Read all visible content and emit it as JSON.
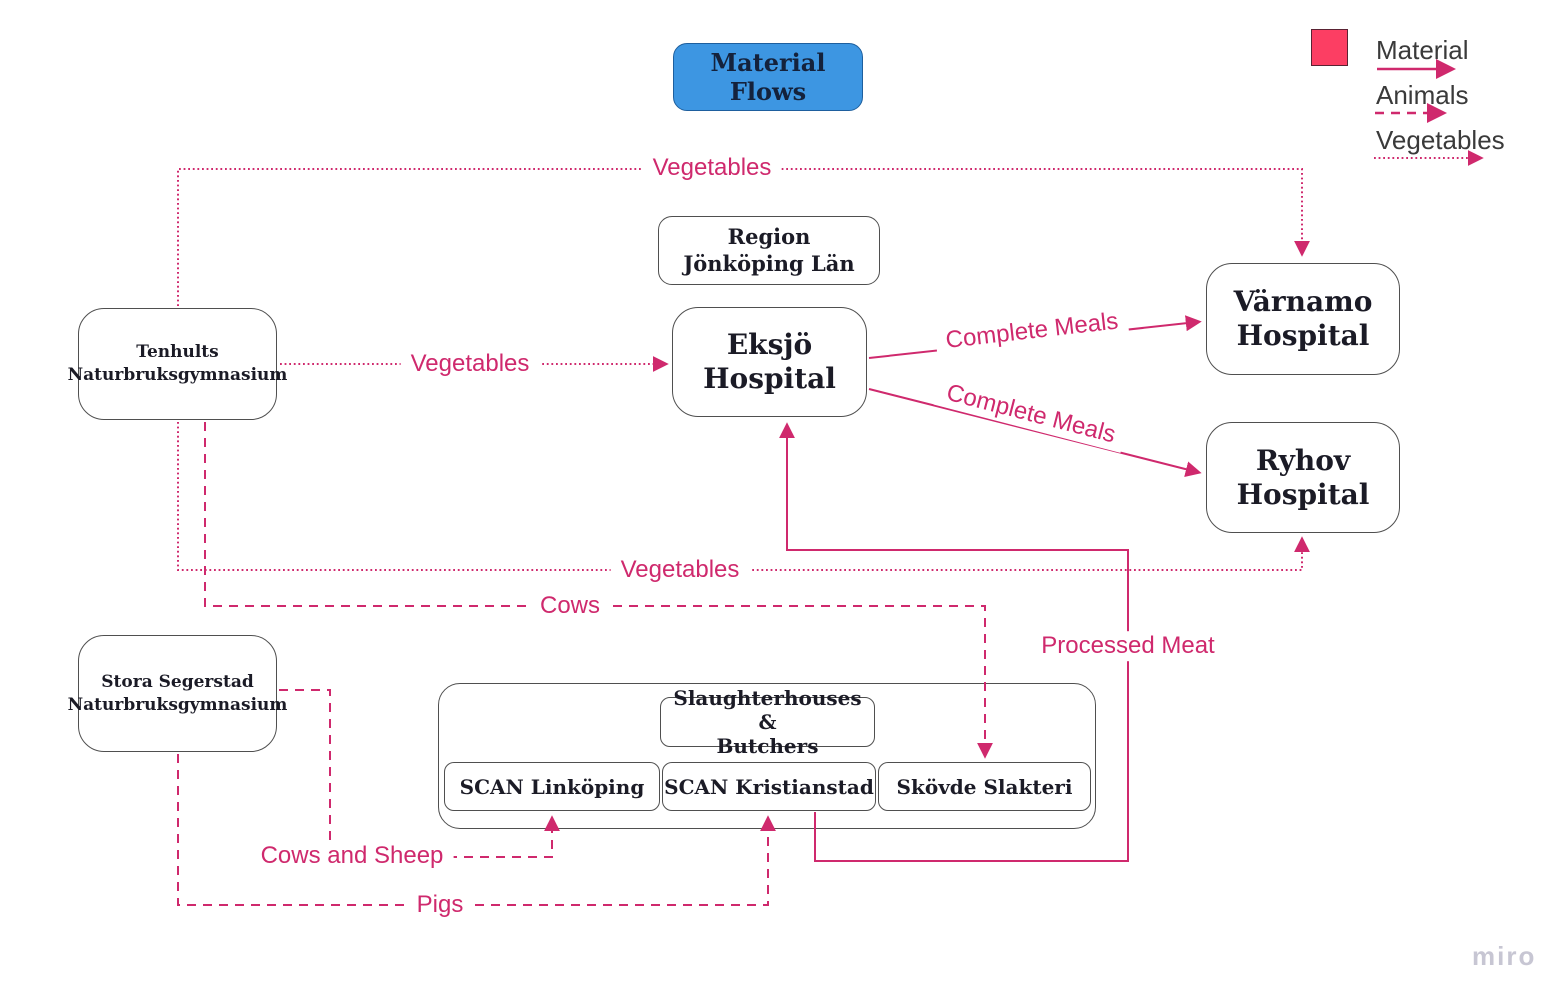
{
  "title": "Material Flows",
  "watermark": "miro",
  "colors": {
    "flow_pink": "#cf296d",
    "legend_swatch": "#fc3e63",
    "title_fill": "#3d96e2"
  },
  "legend": {
    "swatch_icon": "material-swatch",
    "items": [
      {
        "label": "Material",
        "style": "solid"
      },
      {
        "label": "Animals",
        "style": "dashed"
      },
      {
        "label": "Vegetables",
        "style": "dotted"
      }
    ]
  },
  "nodes": {
    "tenhults": {
      "label": "Tenhults\nNaturbruksgymnasium"
    },
    "stora_segerstad": {
      "label": "Stora Segerstad\nNaturbruksgymnasium"
    },
    "region": {
      "label": "Region\nJönköping Län"
    },
    "eksjo": {
      "label": "Eksjö\nHospital"
    },
    "varnamo": {
      "label": "Värnamo\nHospital"
    },
    "ryhov": {
      "label": "Ryhov\nHospital"
    },
    "slaughterhouses": {
      "label": "Slaughterhouses &\nButchers"
    },
    "scan_linkoping": {
      "label": "SCAN Linköping"
    },
    "scan_kristianstad": {
      "label": "SCAN Kristianstad"
    },
    "skovde_slakteri": {
      "label": "Skövde Slakteri"
    }
  },
  "edges": [
    {
      "from": "tenhults",
      "to": "varnamo",
      "style": "dotted",
      "label": "Vegetables"
    },
    {
      "from": "tenhults",
      "to": "eksjo",
      "style": "dotted",
      "label": "Vegetables"
    },
    {
      "from": "eksjo",
      "to": "varnamo",
      "style": "solid",
      "label": "Complete Meals"
    },
    {
      "from": "eksjo",
      "to": "ryhov",
      "style": "solid",
      "label": "Complete Meals"
    },
    {
      "from": "tenhults",
      "to": "ryhov",
      "style": "dotted",
      "label": "Vegetables"
    },
    {
      "from": "tenhults",
      "to": "skovde_slakteri",
      "style": "dashed",
      "label": "Cows"
    },
    {
      "from": "scan_kristianstad",
      "to": "eksjo",
      "style": "solid",
      "label": "Processed Meat"
    },
    {
      "from": "stora_segerstad",
      "to": "scan_linkoping",
      "style": "dashed",
      "label": "Cows and Sheep"
    },
    {
      "from": "stora_segerstad",
      "to": "scan_kristianstad",
      "style": "dashed",
      "label": "Pigs"
    }
  ]
}
